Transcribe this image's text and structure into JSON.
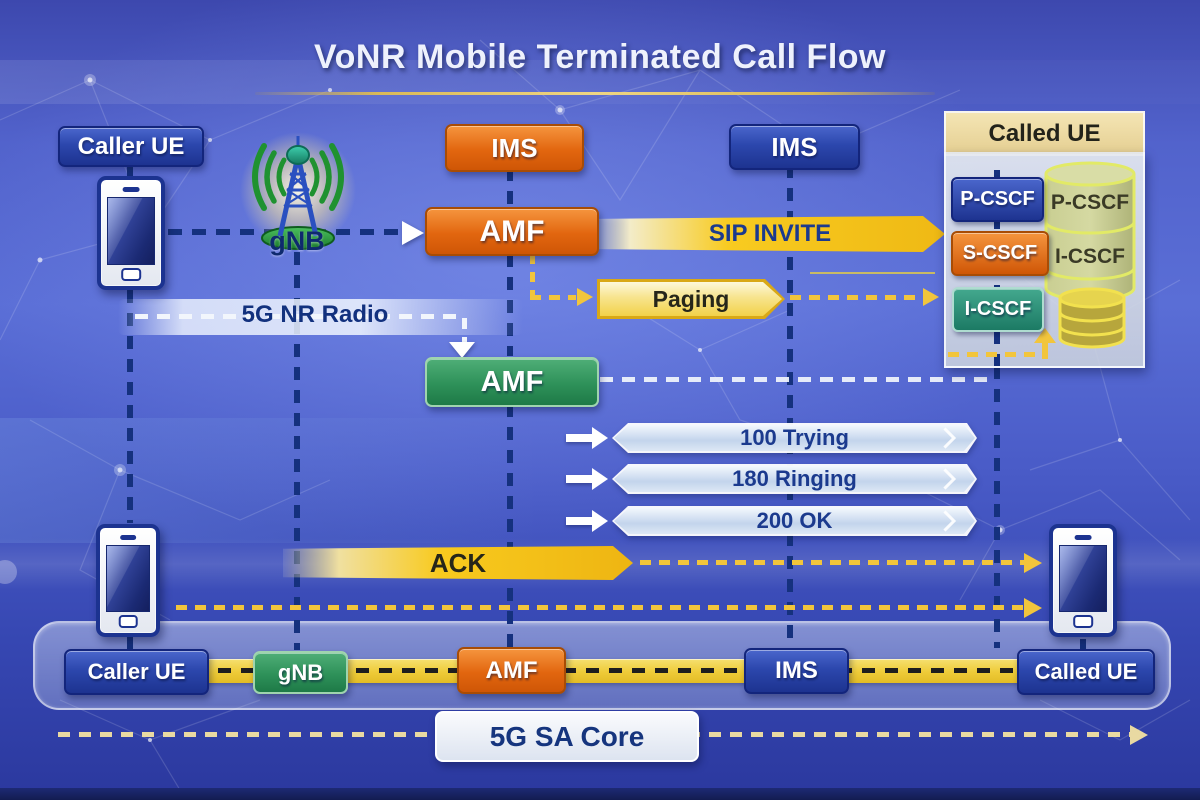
{
  "title": "VoNR Mobile Terminated Call Flow",
  "top_row": {
    "caller_ue": "Caller UE",
    "gnb": "gNB",
    "ims_left": "IMS",
    "ims_right": "IMS"
  },
  "called_ue_panel": {
    "header": "Called UE",
    "p_cscf": "P-CSCF",
    "s_cscf": "S-CSCF",
    "i_cscf": "I-CSCF",
    "db_top_label": "P-CSCF",
    "db_mid_label": "I-CSCF"
  },
  "flow": {
    "amf_access": "AMF",
    "amf_core": "AMF",
    "sip_invite": "SIP INVITE",
    "paging": "Paging",
    "nr_radio": "5G NR Radio",
    "trying": "100 Trying",
    "ringing": "180 Ringing",
    "ok": "200 OK",
    "ack": "ACK"
  },
  "bottom_row": {
    "caller_ue": "Caller UE",
    "gnb": "gNB",
    "amf": "AMF",
    "ims": "IMS",
    "called_ue": "Called UE",
    "core": "5G SA Core"
  },
  "icons": {
    "cell_tower": "cell-tower-icon",
    "smartphone": "smartphone-icon",
    "database_large": "database-cylinder-icon",
    "database_small": "database-stack-icon"
  },
  "colors": {
    "accent_yellow": "#f7c81e",
    "navy_line": "#15317e",
    "box_blue": "#2c47ad",
    "box_orange": "#e2660f",
    "box_green": "#2e9159",
    "box_teal": "#2a8a74",
    "ribbon_text": "#1b3a8e",
    "header_tan": "#e9d49a"
  }
}
